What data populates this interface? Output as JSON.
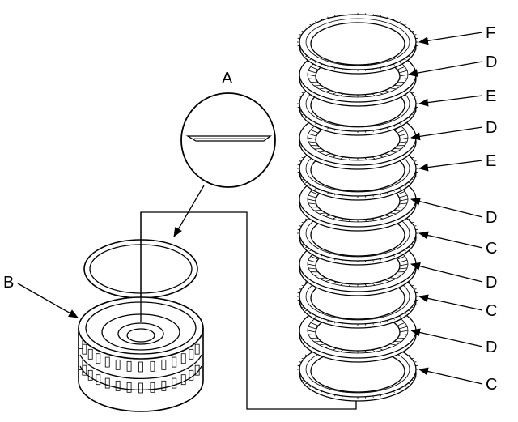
{
  "callouts": {
    "a": "A",
    "b": "B",
    "f": "F",
    "d1": "D",
    "e1": "E",
    "d2": "D",
    "e2": "E",
    "d3": "D",
    "c1": "C",
    "d4": "D",
    "c2": "C",
    "d5": "D",
    "c3": "C"
  },
  "colors": {
    "line": "#000000",
    "background": "#ffffff"
  }
}
